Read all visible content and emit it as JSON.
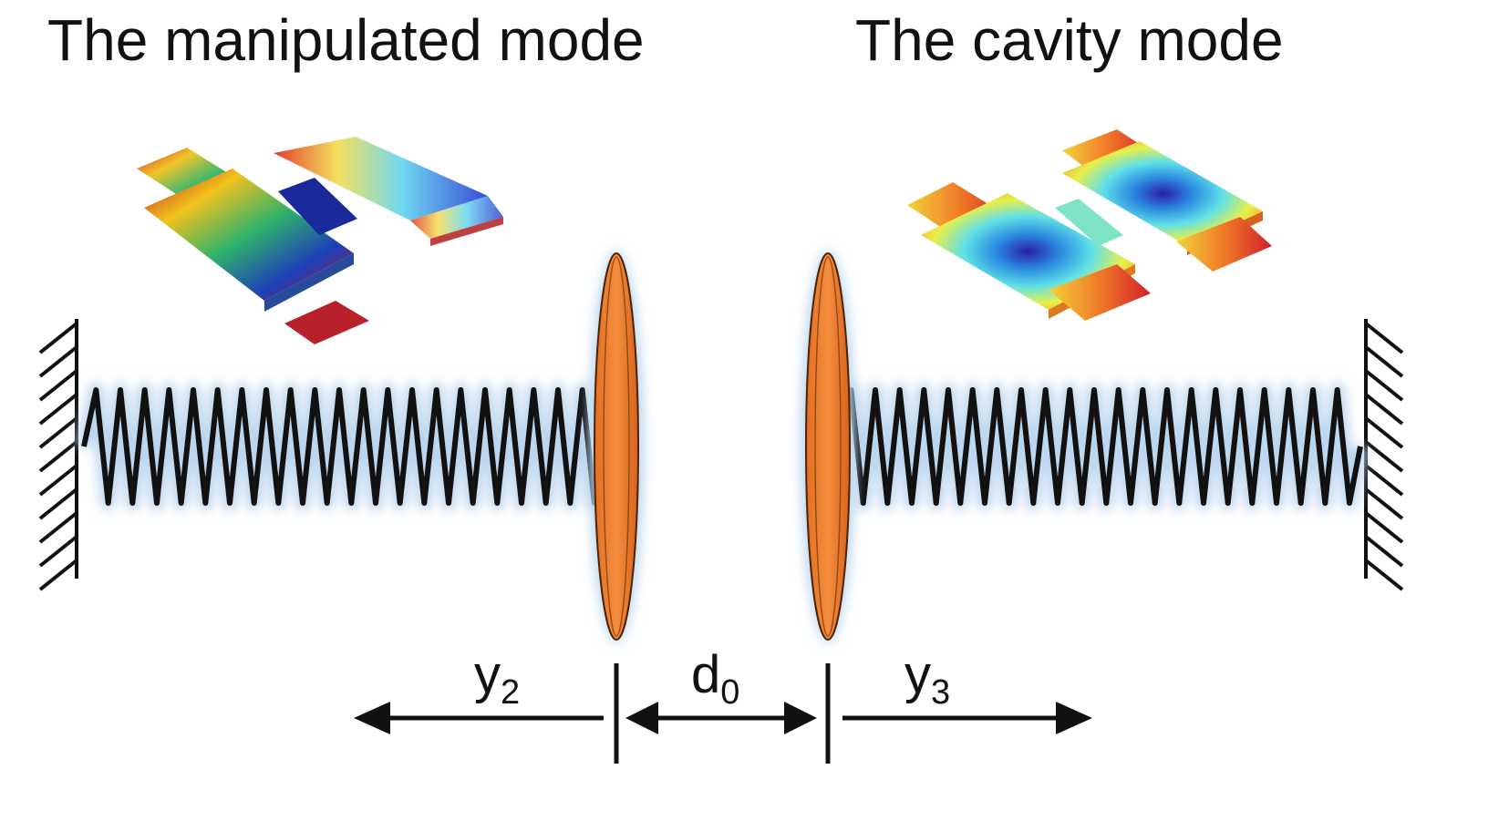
{
  "titles": {
    "left": "The manipulated mode",
    "right": "The cavity mode"
  },
  "labels": {
    "y2": {
      "base": "y",
      "sub": "2"
    },
    "d0": {
      "base": "d",
      "sub": "0"
    },
    "y3": {
      "base": "y",
      "sub": "3"
    }
  },
  "colors": {
    "plate": "#f07f2f",
    "plate_edge": "#5a2a08",
    "line": "#111111",
    "glow": "#bcd6ee"
  },
  "icons": {
    "left_wall": "hatched-wall-icon",
    "right_wall": "hatched-wall-icon",
    "left_spring": "spring-icon",
    "right_spring": "spring-icon"
  }
}
